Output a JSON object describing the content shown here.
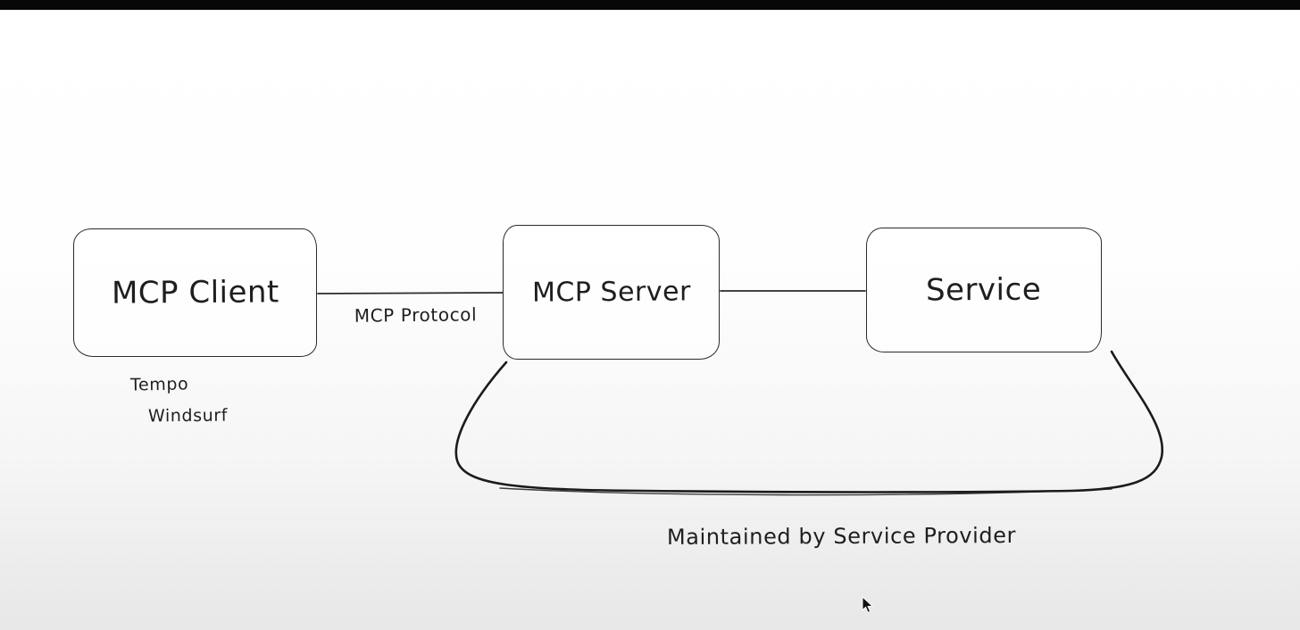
{
  "page": {
    "letterbox_color": "#060606",
    "background_top": "#ffffff",
    "background_bottom": "#e7e7e7",
    "ink_color": "#1e1e1e"
  },
  "diagram": {
    "nodes": [
      {
        "id": "mcp-client",
        "label": "MCP Client"
      },
      {
        "id": "mcp-server",
        "label": "MCP Server"
      },
      {
        "id": "service",
        "label": "Service"
      }
    ],
    "edges": [
      {
        "from": "mcp-client",
        "to": "mcp-server",
        "label": "MCP Protocol"
      },
      {
        "from": "mcp-server",
        "to": "service",
        "label": ""
      }
    ],
    "client_examples": [
      "Tempo",
      "Windsurf"
    ],
    "brace_label": "Maintained by Service Provider"
  }
}
